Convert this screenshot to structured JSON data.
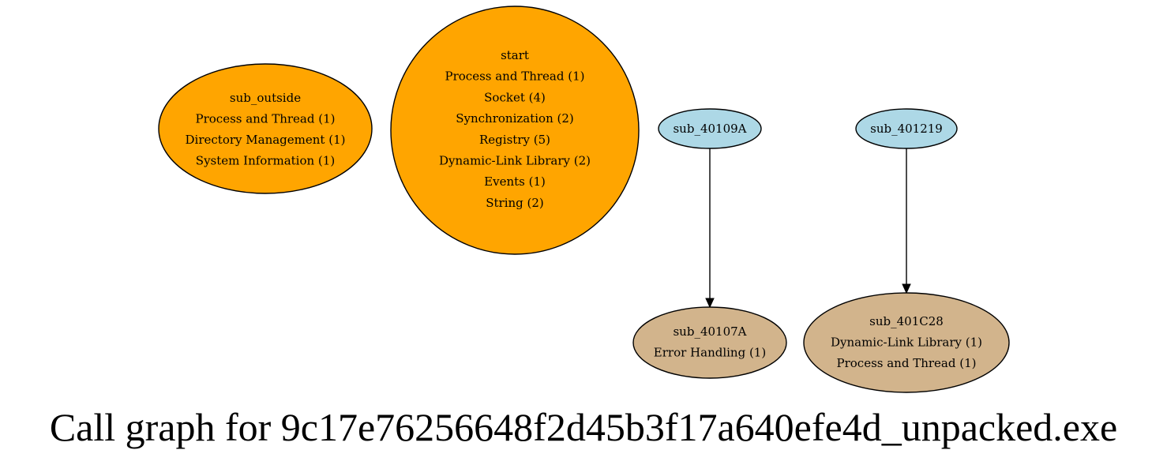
{
  "graph": {
    "title": "Call graph for 9c17e76256648f2d45b3f17a640efe4d_unpacked.exe",
    "colors": {
      "orange": "#ffa500",
      "lightblue": "#add8e6",
      "tan": "#d2b48c"
    },
    "nodes": {
      "sub_outside": {
        "color": "orange",
        "lines": [
          "sub_outside",
          "Process and Thread (1)",
          "Directory Management (1)",
          "System Information (1)"
        ]
      },
      "start": {
        "color": "orange",
        "lines": [
          "start",
          "Process and Thread (1)",
          "Socket (4)",
          "Synchronization (2)",
          "Registry (5)",
          "Dynamic-Link Library (2)",
          "Events (1)",
          "String (2)"
        ]
      },
      "sub_40109A": {
        "color": "lightblue",
        "lines": [
          "sub_40109A"
        ]
      },
      "sub_401219": {
        "color": "lightblue",
        "lines": [
          "sub_401219"
        ]
      },
      "sub_40107A": {
        "color": "tan",
        "lines": [
          "sub_40107A",
          "Error Handling (1)"
        ]
      },
      "sub_401C28": {
        "color": "tan",
        "lines": [
          "sub_401C28",
          "Dynamic-Link Library (1)",
          "Process and Thread (1)"
        ]
      }
    },
    "edges": [
      {
        "from": "sub_40109A",
        "to": "sub_40107A"
      },
      {
        "from": "sub_401219",
        "to": "sub_401C28"
      }
    ]
  }
}
